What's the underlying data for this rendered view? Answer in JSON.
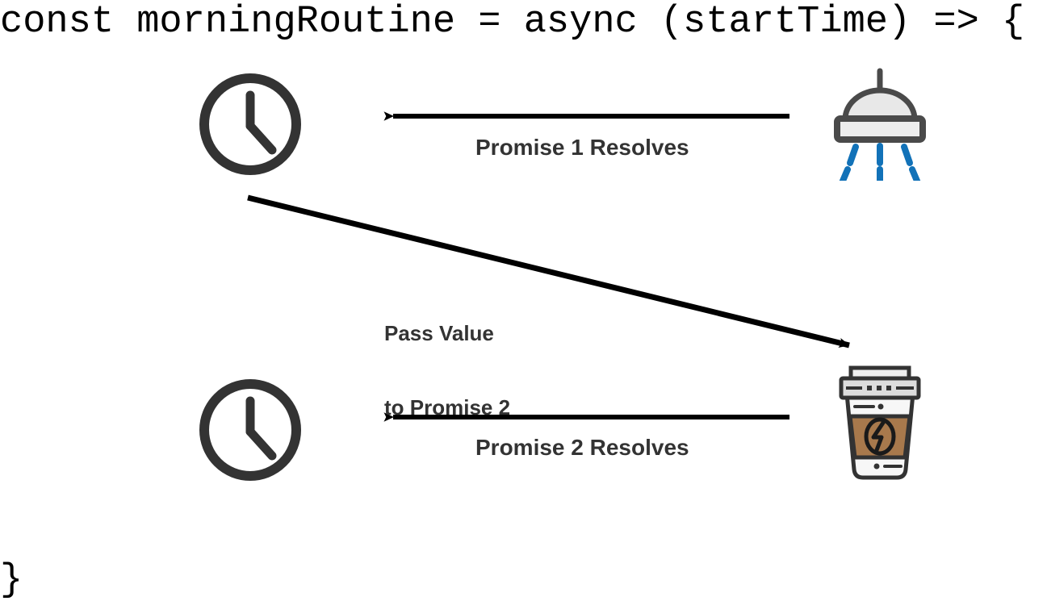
{
  "diagram": {
    "title": "Async morning routine promise chain",
    "code": {
      "open_line": "const morningRoutine = async (startTime) => {",
      "close_line": "}"
    },
    "labels": {
      "promise1": "Promise 1 Resolves",
      "promise2": "Promise 2 Resolves",
      "pass_value_line1": "Pass Value",
      "pass_value_line2": "to Promise 2"
    },
    "nodes": [
      {
        "id": "clock-top",
        "icon": "clock-icon",
        "role": "await-timer-1"
      },
      {
        "id": "shower",
        "icon": "shower-icon",
        "role": "task-1-shower"
      },
      {
        "id": "clock-bottom",
        "icon": "clock-icon",
        "role": "await-timer-2"
      },
      {
        "id": "coffee",
        "icon": "coffee-cup-icon",
        "role": "task-2-coffee"
      }
    ],
    "edges": [
      {
        "id": "edge-p1",
        "from": "shower",
        "to": "clock-top",
        "label": "Promise 1 Resolves",
        "direction": "left"
      },
      {
        "id": "edge-pass",
        "from": "clock-top",
        "to": "coffee",
        "label": "Pass Value to Promise 2",
        "direction": "down-right"
      },
      {
        "id": "edge-p2",
        "from": "coffee",
        "to": "clock-bottom",
        "label": "Promise 2 Resolves",
        "direction": "left"
      }
    ],
    "colors": {
      "background": "#ffffff",
      "code_text": "#000000",
      "label_text": "#333333",
      "arrow": "#000000",
      "icon_stroke": "#333333",
      "shower_stroke": "#4a4a4a",
      "shower_fill": "#e8e8e8",
      "water_blue": "#1272b8",
      "cup_sleeve_brown": "#a8794c",
      "cup_body_white": "#f7f7f7",
      "cup_lid_gray": "#dcdcdc"
    }
  }
}
